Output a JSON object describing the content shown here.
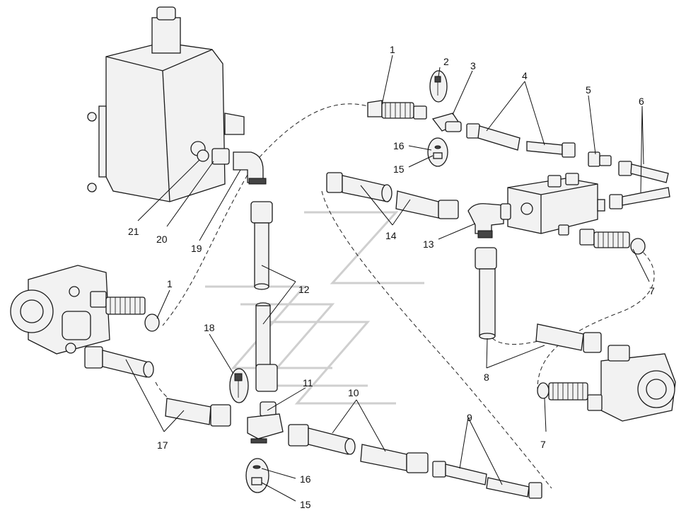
{
  "callouts": {
    "c1a": "1",
    "c2": "2",
    "c3": "3",
    "c4": "4",
    "c5": "5",
    "c6": "6",
    "c16a": "16",
    "c15a": "15",
    "c14": "14",
    "c13": "13",
    "c7a": "7",
    "c21": "21",
    "c20": "20",
    "c19": "19",
    "c1b": "1",
    "c12": "12",
    "c8": "8",
    "c18": "18",
    "c11": "11",
    "c10": "10",
    "c9": "9",
    "c7b": "7",
    "c17": "17",
    "c16b": "16",
    "c15b": "15"
  },
  "colors": {
    "line": "#1a1a1a",
    "part_fill": "#f2f2f2",
    "logo": "#cfcfcf"
  }
}
